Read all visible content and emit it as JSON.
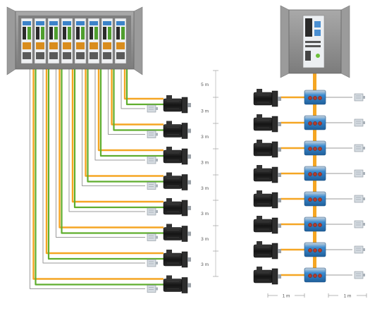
{
  "dimension_labels": {
    "vertical_first": "5 m",
    "vertical_step": "3 m",
    "horizontal_left": "1 m",
    "horizontal_right": "1 m"
  },
  "left_system": {
    "drive_count": 8,
    "motor_count": 8
  },
  "right_system": {
    "drive_count": 1,
    "module_count": 8,
    "motor_count": 8
  },
  "colors": {
    "cabinet": "#8f8f8f",
    "cabinet_dark": "#6a6a6a",
    "power_cable": "#f5a623",
    "signal_cable": "#5fae2e",
    "sensor_cable": "#9a9a9a",
    "motor": "#1c1c1c",
    "module": "#2d7fc1",
    "sensor": "#d5dbe1"
  }
}
